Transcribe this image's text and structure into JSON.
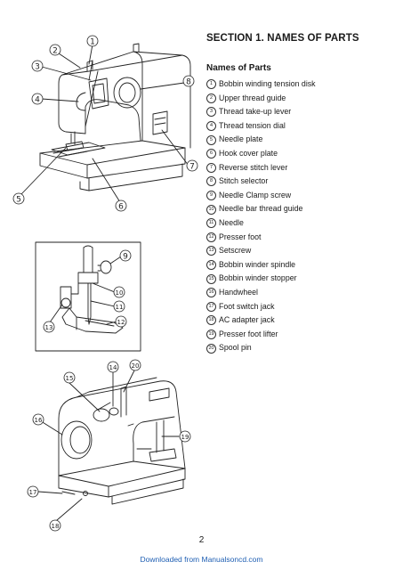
{
  "section_title": "SECTION 1. NAMES OF PARTS",
  "subtitle": "Names of Parts",
  "parts": [
    {
      "num": "1",
      "label": "Bobbin winding tension disk"
    },
    {
      "num": "2",
      "label": "Upper thread guide"
    },
    {
      "num": "3",
      "label": "Thread take-up lever"
    },
    {
      "num": "4",
      "label": "Thread tension dial"
    },
    {
      "num": "5",
      "label": "Needle plate"
    },
    {
      "num": "6",
      "label": "Hook cover plate"
    },
    {
      "num": "7",
      "label": "Reverse stitch lever"
    },
    {
      "num": "8",
      "label": "Stitch selector"
    },
    {
      "num": "9",
      "label": "Needle Clamp screw"
    },
    {
      "num": "10",
      "label": "Needle bar thread guide"
    },
    {
      "num": "11",
      "label": "Needle"
    },
    {
      "num": "12",
      "label": "Presser foot"
    },
    {
      "num": "13",
      "label": "Setscrew"
    },
    {
      "num": "14",
      "label": "Bobbin winder spindle"
    },
    {
      "num": "15",
      "label": "Bobbin winder stopper"
    },
    {
      "num": "16",
      "label": "Handwheel"
    },
    {
      "num": "17",
      "label": "Foot switch jack"
    },
    {
      "num": "18",
      "label": "AC adapter jack"
    },
    {
      "num": "19",
      "label": "Presser foot lifter"
    },
    {
      "num": "20",
      "label": "Spool pin"
    }
  ],
  "page_number": "2",
  "footer_text": "Downloaded from Manualsoncd.com",
  "colors": {
    "footer_link": "#1f5fb3",
    "line_art": "#222222"
  }
}
